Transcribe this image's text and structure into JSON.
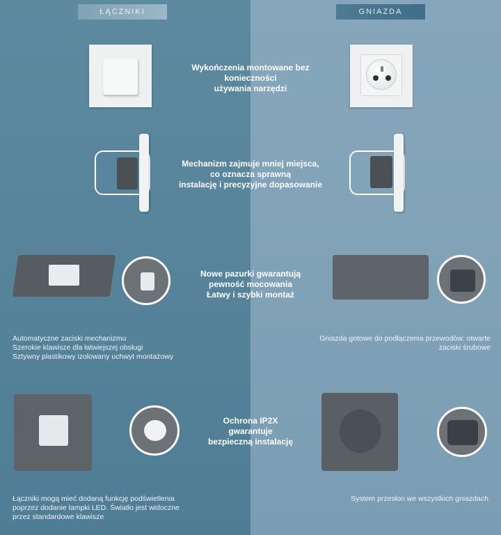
{
  "tabs": {
    "left": "ŁĄCZNIKI",
    "right": "GNIAZDA"
  },
  "center": {
    "row1": [
      "Wykończenia montowane bez",
      "konieczności",
      "używania narzędzi"
    ],
    "row2": [
      "Mechanizm zajmuje mniej miejsca,",
      "co oznacza sprawną",
      "instalację i precyzyjne dopasowanie"
    ],
    "row3": [
      "Nowe pazurki gwarantują",
      "pewność mocowania",
      "Łatwy i szybki montaż"
    ],
    "row4": [
      "Ochrona IP2X",
      "gwarantuje",
      "bezpieczną instalację"
    ]
  },
  "left_notes": {
    "features": [
      "Automatyczne zaciski mechanizmu",
      "Szerokie klawisze dla łatwiejszej obsługi",
      "Sztywny plastikowy izolowany uchwyt montażowy"
    ],
    "led": [
      "Łączniki mogą mieć dodaną funkcję podświetlenia",
      "poprzez dodanie lampki LED. Światło jest widoczne",
      "przez standardowe klawisze"
    ]
  },
  "right_notes": {
    "terminals": [
      "Gniazda gotowe do podłączenia przewodów: otwarte",
      "zaciski śrubowe"
    ],
    "shutters": [
      "System przesłon we wszystkich gniazdach"
    ]
  },
  "colors": {
    "left_panel": "#5a879d",
    "right_panel": "#82a4b8",
    "text": "#ffffff"
  },
  "icons": [
    "switch-plate",
    "socket-plate",
    "switch-side-view",
    "socket-side-view",
    "switch-mechanism",
    "socket-mechanism",
    "zoom-detail"
  ]
}
